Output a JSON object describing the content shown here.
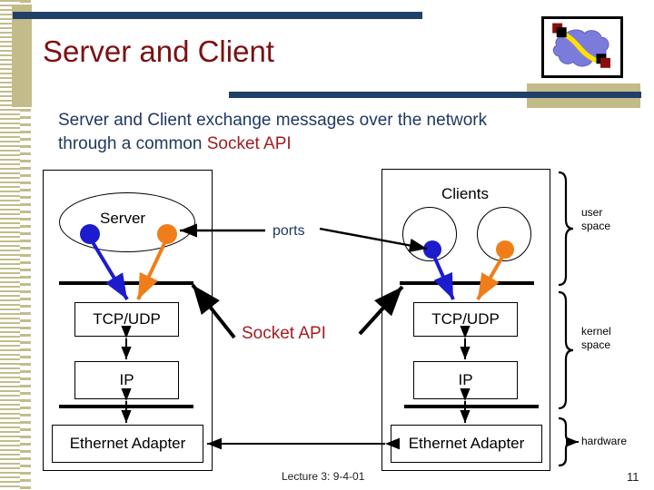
{
  "slide": {
    "title": "Server and Client",
    "subtitle_part1": "Server and Client exchange messages over the network through a common ",
    "subtitle_highlight": "Socket API",
    "title_color": "#7b1113",
    "subtitle_color": "#1f3864",
    "accent_bar_color": "#1f4068",
    "tan_color": "#c3bc8a"
  },
  "logo": {
    "name": "network-cloud-icon",
    "cloud_color": "#7b7bdb",
    "link_color": "#ffe000",
    "node_outer_color": "#8b0b0b",
    "node_inner_color": "#000000"
  },
  "diagram": {
    "left_panel": {
      "host_label": "Server",
      "boxes": [
        {
          "label": "TCP/UDP"
        },
        {
          "label": "IP"
        },
        {
          "label": "Ethernet Adapter"
        }
      ],
      "port_dots": [
        {
          "name": "server-port-blue",
          "color": "#1c1ccd"
        },
        {
          "name": "server-port-orange",
          "color": "#f07d19"
        }
      ]
    },
    "right_panel": {
      "host_label": "Clients",
      "boxes": [
        {
          "label": "TCP/UDP"
        },
        {
          "label": "IP"
        },
        {
          "label": "Ethernet Adapter"
        }
      ],
      "port_dots": [
        {
          "name": "client-port-blue",
          "color": "#1c1ccd"
        },
        {
          "name": "client-port-orange",
          "color": "#f07d19"
        }
      ]
    },
    "annotations": {
      "ports": "ports",
      "socket_api": "Socket API"
    },
    "braces": [
      {
        "label_line1": "user",
        "label_line2": "space"
      },
      {
        "label_line1": "kernel",
        "label_line2": "space"
      },
      {
        "label_line1": "hardware",
        "label_line2": ""
      }
    ]
  },
  "footer": {
    "lecture": "Lecture 3: 9-4-01",
    "page_number": "11"
  }
}
